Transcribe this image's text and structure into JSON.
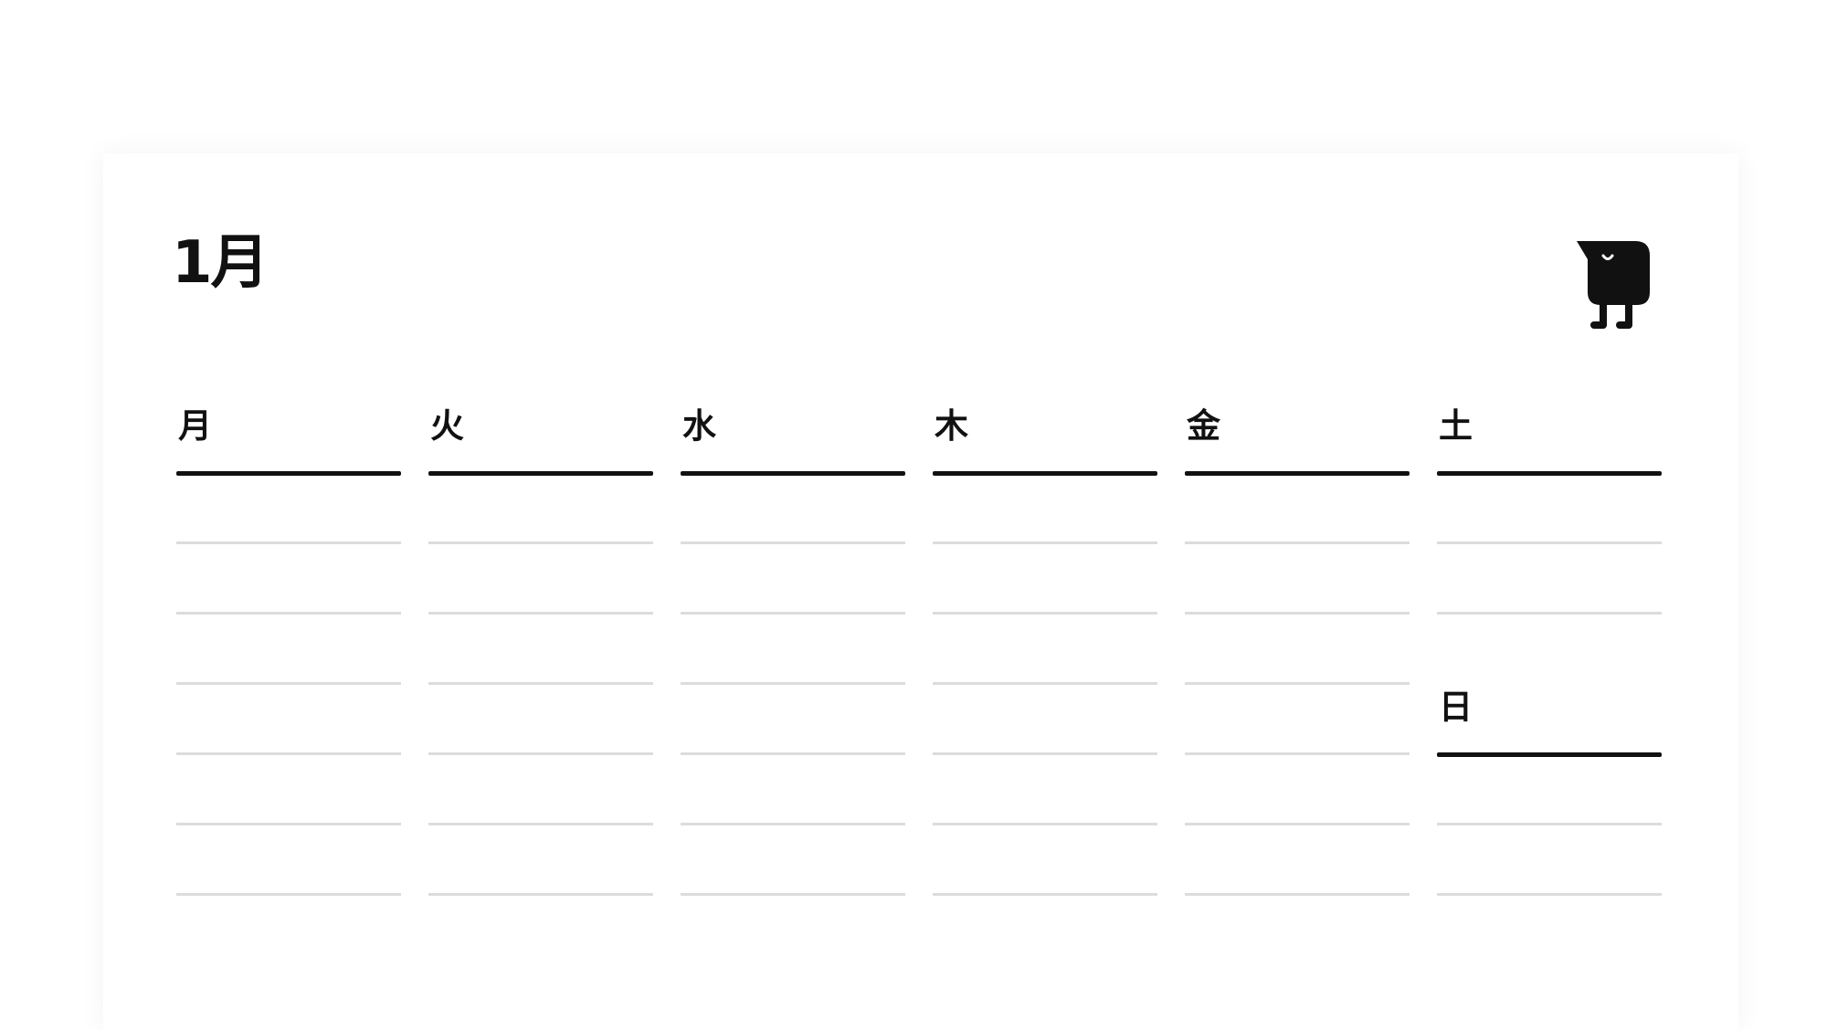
{
  "month": "1月",
  "weekdays": [
    "月",
    "火",
    "水",
    "木",
    "金",
    "土"
  ],
  "sunday": "日",
  "mascot_icon": "black-bird-mascot-icon",
  "colors": {
    "ink": "#111111",
    "rule": "#dcdcdc",
    "paper": "#ffffff"
  }
}
